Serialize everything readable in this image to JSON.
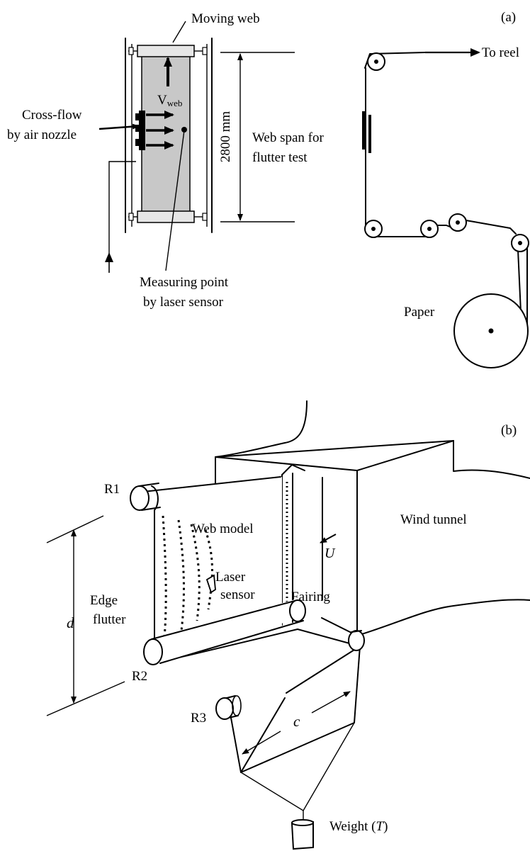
{
  "panel_a": {
    "tag": "(a)",
    "moving_web": "Moving web",
    "v_main": "V",
    "v_sub": "web",
    "crossflow_line1": "Cross-flow",
    "crossflow_line2": "by air nozzle",
    "span_dim": "2800 mm",
    "span_line1": "Web span for",
    "span_line2": "flutter test",
    "to_reel": "To reel",
    "measuring_line1": "Measuring point",
    "measuring_line2": "by laser sensor",
    "paper": "Paper"
  },
  "panel_b": {
    "tag": "(b)",
    "wind_tunnel": "Wind tunnel",
    "r1": "R1",
    "r2": "R2",
    "r3": "R3",
    "web_model": "Web model",
    "u": "U",
    "fairing": "Fairing",
    "edge_line1": "Edge",
    "edge_line2": "flutter",
    "d": "d",
    "laser_line1": "Laser",
    "laser_line2": "sensor",
    "c": "c",
    "weight_prefix": "Weight (",
    "weight_t": "T",
    "weight_suffix": ")"
  }
}
